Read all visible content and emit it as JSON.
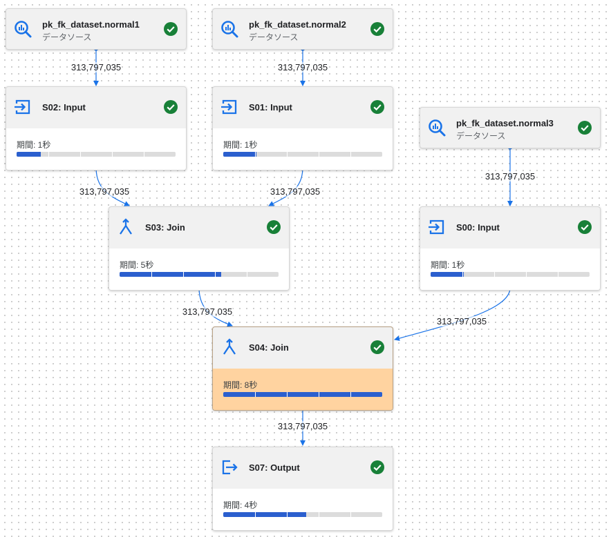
{
  "colors": {
    "accent": "#1a73e8",
    "success": "#188038",
    "progress": "#2b5fce",
    "active_body": "#ffd3a0"
  },
  "nodes": {
    "ds1": {
      "title": "pk_fk_dataset.normal1",
      "subtitle": "データソース",
      "icon": "bigquery-search-icon",
      "status": "success"
    },
    "ds2": {
      "title": "pk_fk_dataset.normal2",
      "subtitle": "データソース",
      "icon": "bigquery-search-icon",
      "status": "success"
    },
    "ds3": {
      "title": "pk_fk_dataset.normal3",
      "subtitle": "データソース",
      "icon": "bigquery-search-icon",
      "status": "success"
    },
    "s02": {
      "title": "S02: Input",
      "duration": "期間: 1秒",
      "progress": 0.15,
      "icon": "input-icon",
      "status": "success"
    },
    "s01": {
      "title": "S01: Input",
      "duration": "期間: 1秒",
      "progress": 0.21,
      "icon": "input-icon",
      "status": "success"
    },
    "s00": {
      "title": "S00: Input",
      "duration": "期間: 1秒",
      "progress": 0.21,
      "icon": "input-icon",
      "status": "success"
    },
    "s03": {
      "title": "S03: Join",
      "duration": "期間: 5秒",
      "progress": 0.64,
      "icon": "join-icon",
      "status": "success"
    },
    "s04": {
      "title": "S04: Join",
      "duration": "期間: 8秒",
      "progress": 1.0,
      "icon": "join-icon",
      "status": "success",
      "active": true
    },
    "s07": {
      "title": "S07: Output",
      "duration": "期間: 4秒",
      "progress": 0.52,
      "icon": "output-icon",
      "status": "success"
    }
  },
  "edges": {
    "ds1_s02": "313,797,035",
    "ds2_s01": "313,797,035",
    "ds3_s00": "313,797,035",
    "s02_s03": "313,797,035",
    "s01_s03": "313,797,035",
    "s03_s04": "313,797,035",
    "s00_s04": "313,797,035",
    "s04_s07": "313,797,035"
  }
}
